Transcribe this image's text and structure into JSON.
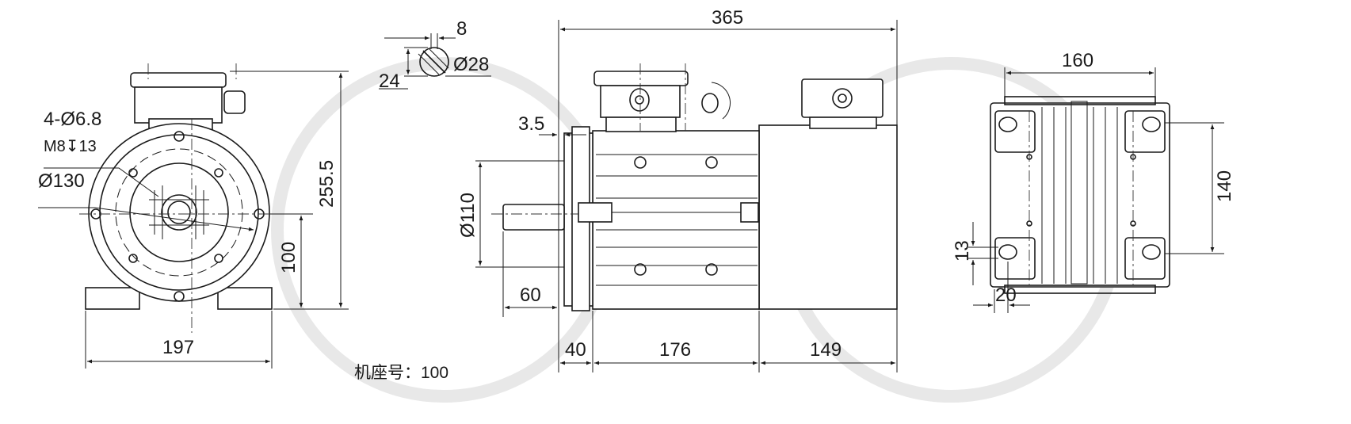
{
  "drawing": {
    "title_label": "机座号：100",
    "front_view": {
      "bolt_holes": "4-Ø6.8",
      "thread": "M8↧13",
      "pcd": "Ø130",
      "overall_height": "255.5",
      "shaft_height": "100",
      "foot_width": "197"
    },
    "shaft_key": {
      "key_width": "8",
      "shaft_diameter": "Ø28",
      "key_depth": "24"
    },
    "side_view": {
      "overall_length": "365",
      "flange_offset": "3.5",
      "spigot_diameter": "Ø110",
      "shaft_length": "60",
      "front_len": "40",
      "foot_len": "176",
      "rear_len": "149"
    },
    "bottom_view": {
      "foot_span_width": "160",
      "foot_span_length": "140",
      "slot_width": "13",
      "slot_offset": "20"
    }
  }
}
